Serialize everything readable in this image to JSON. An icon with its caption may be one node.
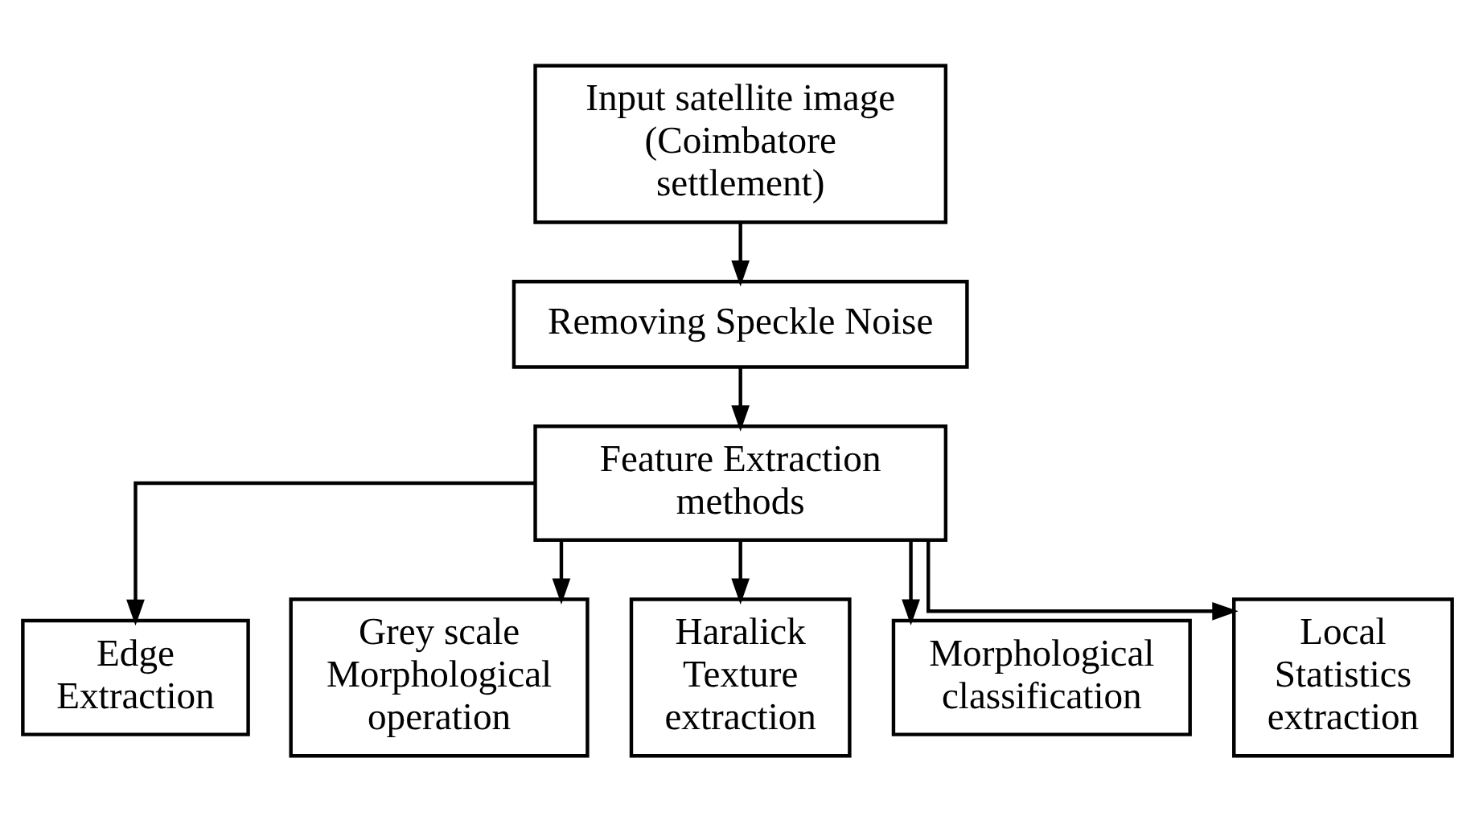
{
  "diagram": {
    "nodes": [
      {
        "text": [
          "Input satellite image (Coimbatore settlement)"
        ]
      },
      {
        "text": [
          "Removing Speckle Noise"
        ]
      },
      {
        "text": [
          "Feature Extraction methods"
        ]
      },
      {
        "text": [
          "Edge Extraction"
        ]
      },
      {
        "text": [
          "Grey scale Morphological operation"
        ]
      },
      {
        "text": [
          "Haralick Texture extraction"
        ]
      },
      {
        "text": [
          "Morphological classification"
        ]
      },
      {
        "text": [
          "Local Statistics extraction"
        ]
      }
    ],
    "edges": [
      {
        "from": 0,
        "to": 1,
        "arrow": "to"
      },
      {
        "from": 1,
        "to": 2,
        "arrow": "to"
      },
      {
        "from": 2,
        "to": 3,
        "arrow": "to"
      },
      {
        "from": 2,
        "to": 4,
        "arrow": "to"
      },
      {
        "from": 2,
        "to": 5,
        "arrow": "to"
      },
      {
        "from": 2,
        "to": 6,
        "arrow": "to"
      },
      {
        "from": 2,
        "to": 7,
        "arrow": "to"
      }
    ]
  }
}
